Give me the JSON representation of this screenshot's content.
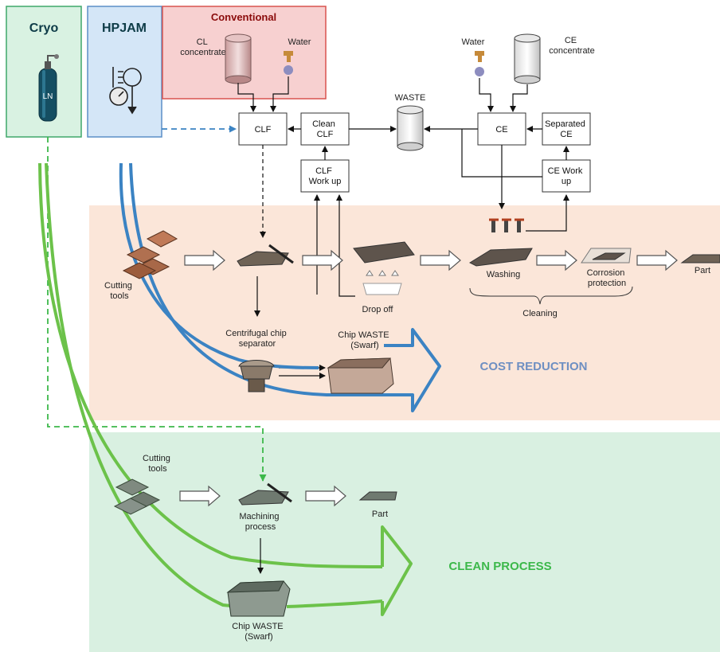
{
  "panels": {
    "cryo": "Cryo",
    "hpjam": "HPJAM",
    "conventional": "Conventional",
    "ln_label": "LN"
  },
  "conventional_line": {
    "cl_concentrate": [
      "CL",
      "concentrate"
    ],
    "water_left": "Water",
    "clf": "CLF",
    "clean_clf": [
      "Clean",
      "CLF"
    ],
    "clf_workup": [
      "CLF",
      "Work up"
    ],
    "waste": "WASTE",
    "water_right": "Water",
    "ce_concentrate": [
      "CE",
      "concentrate"
    ],
    "ce": "CE",
    "separated_ce": [
      "Separated",
      "CE"
    ],
    "ce_workup": [
      "CE Work",
      "up"
    ]
  },
  "process": {
    "cutting_tools": [
      "Cutting",
      "tools"
    ],
    "centrifugal": [
      "Centrifugal chip",
      "separator"
    ],
    "drop_off": "Drop off",
    "washing": "Washing",
    "corrosion": [
      "Corrosion",
      "protection"
    ],
    "part": "Part",
    "cleaning": "Cleaning",
    "chip_waste": [
      "Chip WASTE",
      "(Swarf)"
    ],
    "cost_reduction": "COST REDUCTION"
  },
  "clean_section": {
    "cutting_tools": [
      "Cutting",
      "tools"
    ],
    "machining": [
      "Machining",
      "process"
    ],
    "part": "Part",
    "chip_waste": [
      "Chip WASTE",
      "(Swarf)"
    ],
    "clean_process": "CLEAN PROCESS"
  },
  "colors": {
    "cryo_fill": "#d9f2e2",
    "cryo_border": "#3fa76a",
    "hpjam_fill": "#d4e6f7",
    "hpjam_border": "#5b8fc7",
    "conv_fill": "#f7d0d0",
    "conv_border": "#d9534f",
    "cost_region": "#fbe6d9",
    "clean_region": "#d9f0e1",
    "blue_line": "#3b83c3",
    "green_line": "#6cc24a",
    "cost_text": "#6e8fc2",
    "clean_text": "#3cb84a"
  }
}
